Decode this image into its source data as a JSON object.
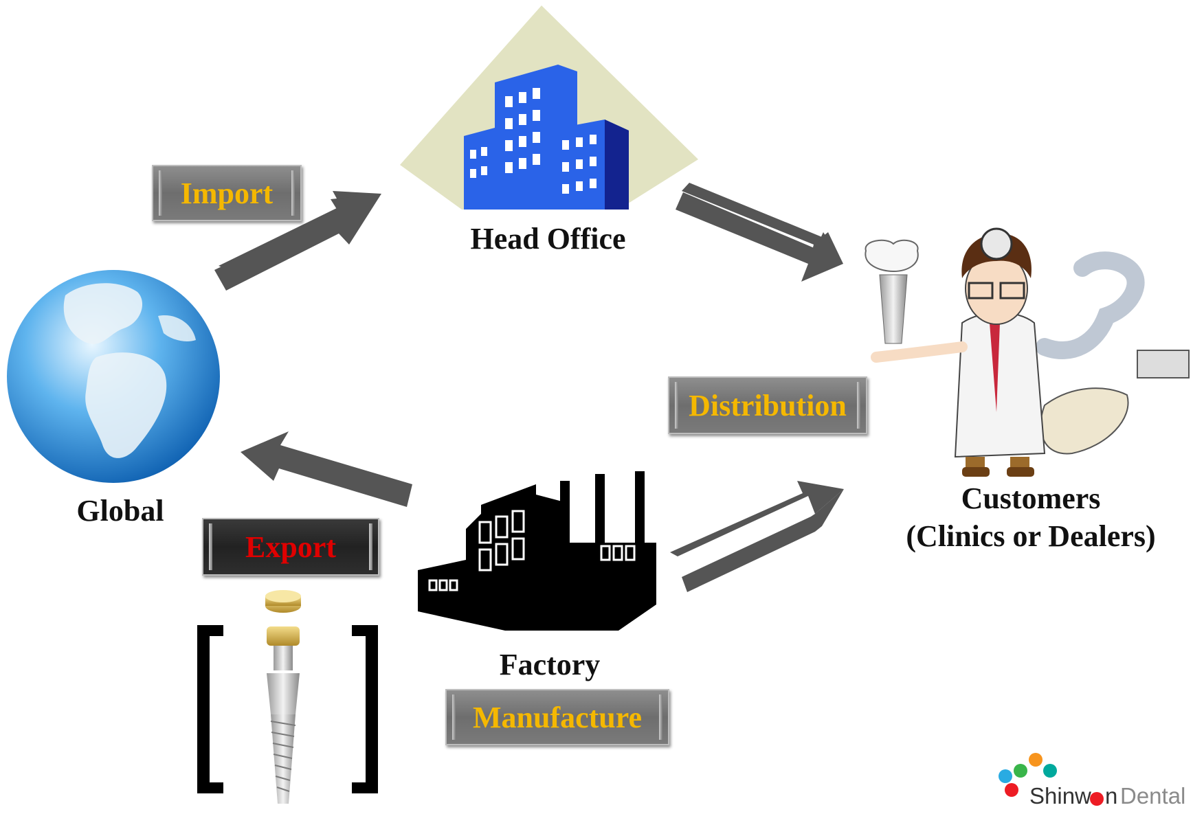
{
  "nodes": {
    "head_office": "Head Office",
    "global": "Global",
    "customers_line1": "Customers",
    "customers_line2": "(Clinics or Dealers)",
    "factory": "Factory"
  },
  "badges": {
    "import": "Import",
    "distribution": "Distribution",
    "export": "Export",
    "manufacture": "Manufacture"
  },
  "logo": {
    "brand_part1": "Shinw",
    "brand_part2": "n",
    "brand_part3": "Dental"
  },
  "colors": {
    "badge_text_gold": "#f5b800",
    "badge_text_red": "#e00000",
    "arrow": "#555555",
    "building_blue": "#2a63e8",
    "building_bg": "#e2e3c2",
    "factory": "#000000"
  },
  "icons": [
    "globe-icon",
    "office-building-icon",
    "factory-icon",
    "dentist-icon",
    "dental-implant-icon"
  ]
}
